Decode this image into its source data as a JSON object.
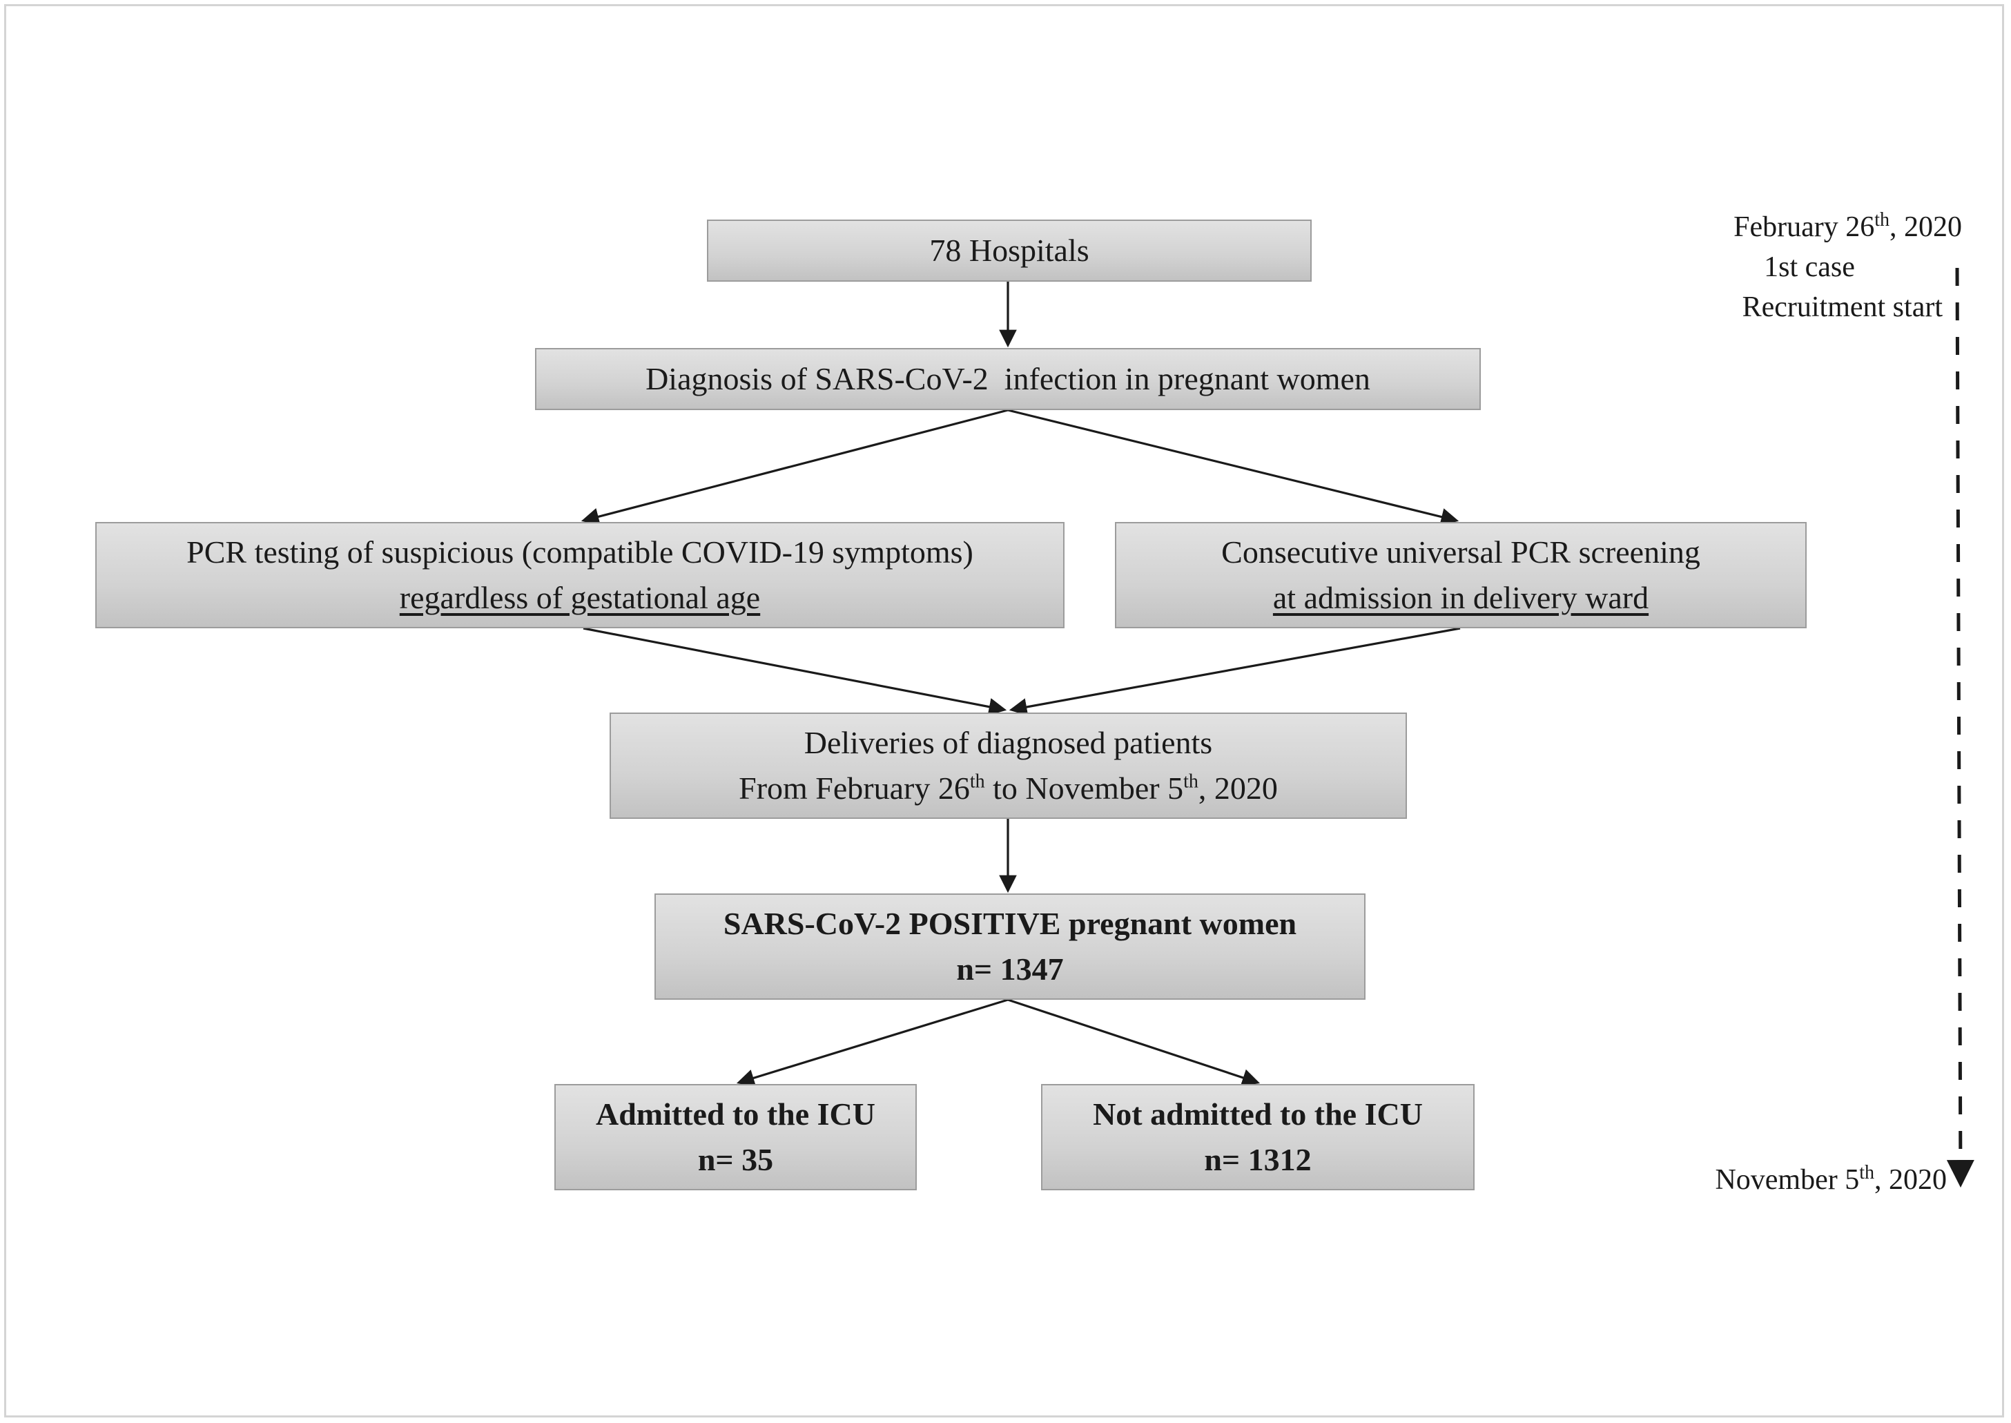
{
  "boxes": {
    "hospitals": "78 Hospitals",
    "diagnosis": "Diagnosis of SARS-CoV-2  infection in pregnant women",
    "pcr_suspicious": {
      "line1": "PCR testing of suspicious (compatible COVID-19 symptoms)",
      "line2": "regardless of gestational age"
    },
    "universal_screening": {
      "line1": "Consecutive universal PCR screening",
      "line2": "at admission in delivery ward"
    },
    "deliveries": {
      "line1": "Deliveries of diagnosed patients",
      "line2_a": "From February 26",
      "line2_sup1": "th",
      "line2_b": " to November 5",
      "line2_sup2": "th",
      "line2_c": ", 2020"
    },
    "positive": {
      "line1": "SARS-CoV-2 POSITIVE pregnant women",
      "line2": "n= 1347"
    },
    "icu": {
      "line1": "Admitted to the ICU",
      "line2": "n= 35"
    },
    "not_icu": {
      "line1": "Not admitted to the ICU",
      "line2": "n= 1312"
    }
  },
  "timeline": {
    "start_date_a": "February 26",
    "start_date_sup": "th",
    "start_date_b": ", 2020",
    "first_case": "1st case",
    "recruitment": "Recruitment start",
    "end_date_a": "November 5",
    "end_date_sup": "th",
    "end_date_b": ", 2020"
  }
}
